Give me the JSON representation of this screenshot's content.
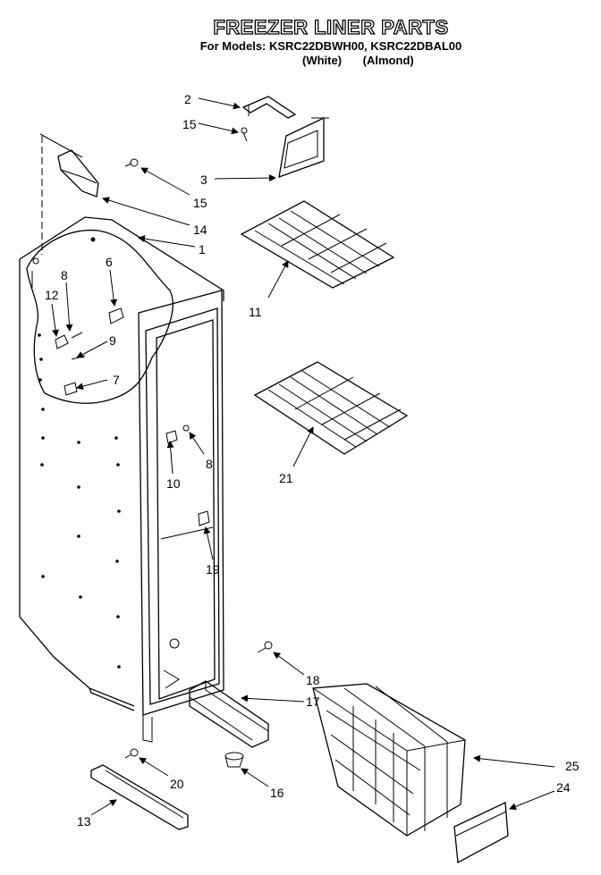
{
  "header": {
    "top_cut_text": "— — — — —",
    "title": "FREEZER LINER PARTS",
    "models_line": "For Models: KSRC22DBWH00, KSRC22DBAL00",
    "color_white": "(White)",
    "color_almond": "(Almond)"
  },
  "callouts": [
    {
      "id": "c2",
      "text": "2"
    },
    {
      "id": "c15a",
      "text": "15"
    },
    {
      "id": "c3",
      "text": "3"
    },
    {
      "id": "c15b",
      "text": "15"
    },
    {
      "id": "c14",
      "text": "14"
    },
    {
      "id": "c1",
      "text": "1"
    },
    {
      "id": "c6",
      "text": "6"
    },
    {
      "id": "c8a",
      "text": "8"
    },
    {
      "id": "c12",
      "text": "12"
    },
    {
      "id": "c9",
      "text": "9"
    },
    {
      "id": "c7",
      "text": "7"
    },
    {
      "id": "c11",
      "text": "11"
    },
    {
      "id": "c21",
      "text": "21"
    },
    {
      "id": "c8b",
      "text": "8"
    },
    {
      "id": "c10",
      "text": "10"
    },
    {
      "id": "c19",
      "text": "19"
    },
    {
      "id": "c18",
      "text": "18"
    },
    {
      "id": "c17",
      "text": "17"
    },
    {
      "id": "c25",
      "text": "25"
    },
    {
      "id": "c24",
      "text": "24"
    },
    {
      "id": "c20",
      "text": "20"
    },
    {
      "id": "c16",
      "text": "16"
    },
    {
      "id": "c13",
      "text": "13"
    }
  ]
}
